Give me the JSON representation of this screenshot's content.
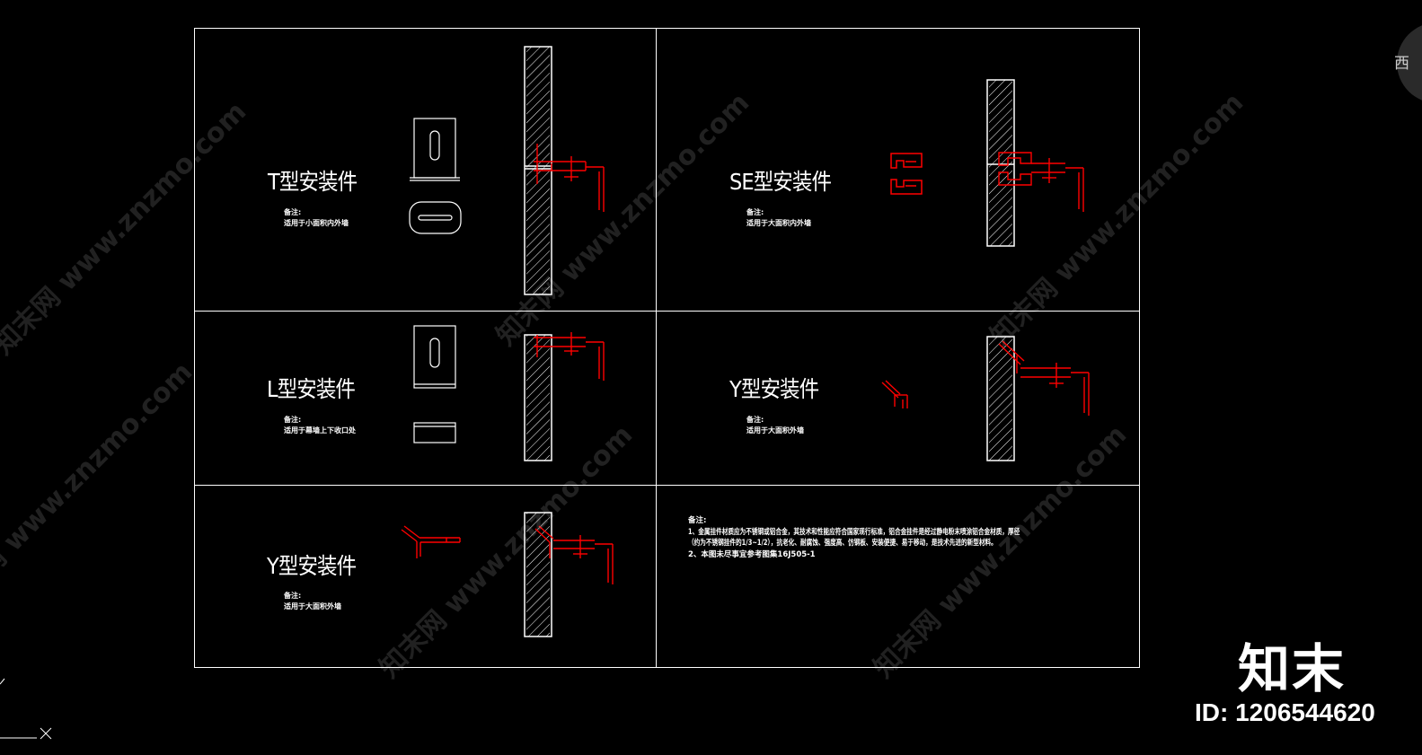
{
  "panels": [
    {
      "title": "T型安装件",
      "note_label": "备注:",
      "note_text": "适用于小面积内外墙"
    },
    {
      "title": "SE型安装件",
      "note_label": "备注:",
      "note_text": "适用于大面积内外墙"
    },
    {
      "title": "L型安装件",
      "note_label": "备注:",
      "note_text": "适用于幕墙上下收口处"
    },
    {
      "title": "Y型安装件",
      "note_label": "备注:",
      "note_text": "适用于大面积外墙"
    },
    {
      "title": "Y型安装件",
      "note_label": "备注:",
      "note_text": "适用于大面积外墙"
    }
  ],
  "general_notes": {
    "label": "备注:",
    "line1": "1、金属挂件材质应为不锈钢或铝合金，其技术和性能应符合国家现行标准，铝合金挂件是经过静电粉末喷涂铝合金材质，厚径",
    "line2": "（约为不锈钢挂件的1/3~1/2），抗老化、耐腐蚀、强度高、仿钢板、安装便捷、易于移动，是技术先进的新型材料。",
    "line3": "2、本图未尽事宜参考图集16J505-1"
  },
  "watermark": {
    "cn": "知末网",
    "url": "www.znzmo.com"
  },
  "branding": {
    "logo": "知末",
    "id_label": "ID: 1206544620",
    "corner_text": "西"
  },
  "colors": {
    "background": "#000000",
    "line": "#ffffff",
    "accent": "#ff0000"
  }
}
